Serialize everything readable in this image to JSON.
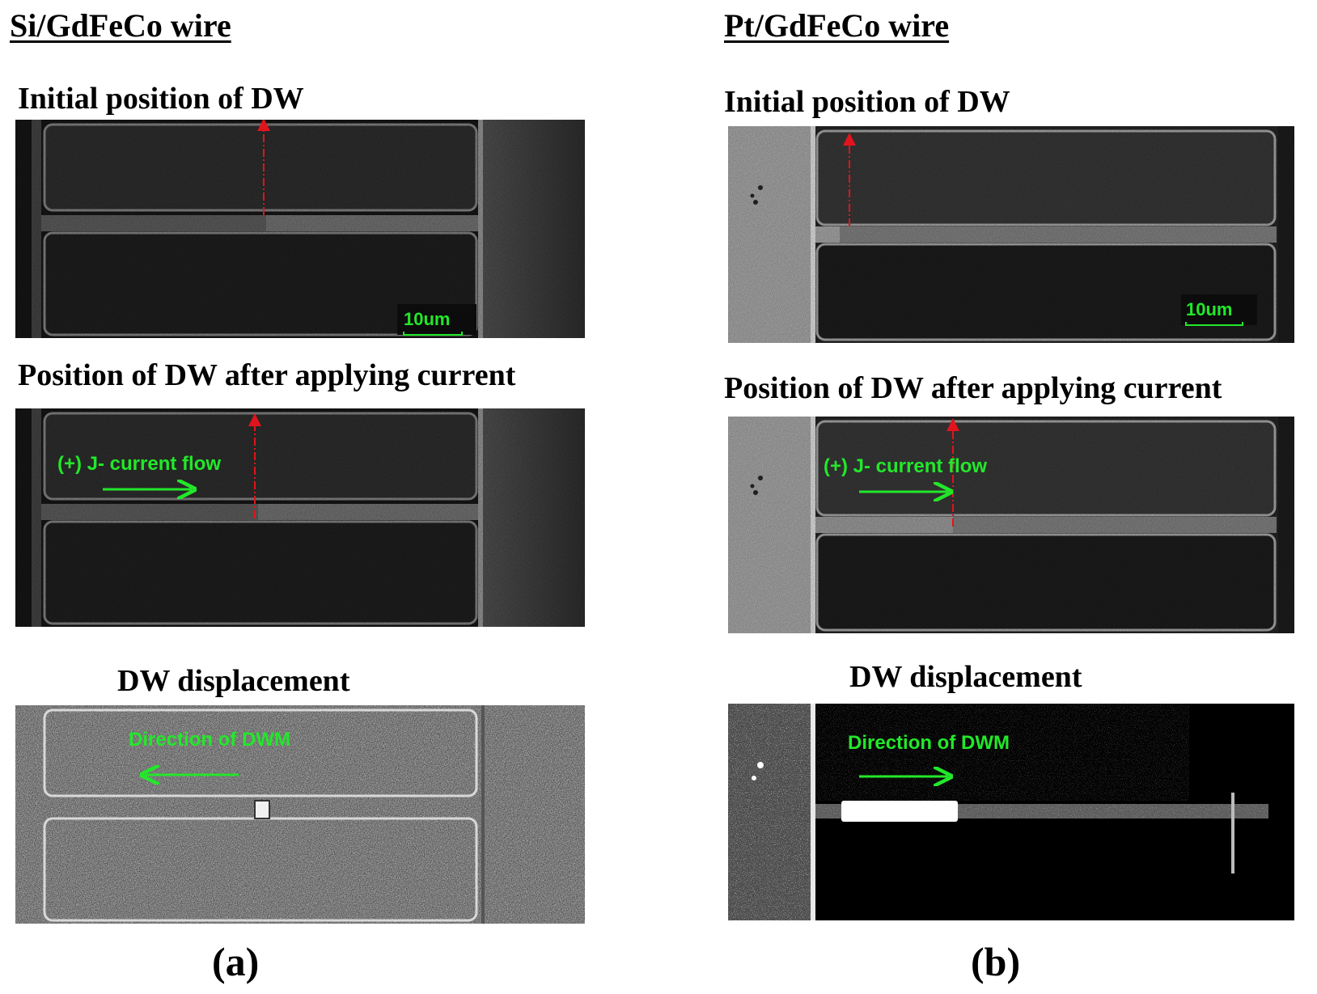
{
  "left": {
    "title": "Si/GdFeCo wire",
    "caption_initial": "Initial position of  DW",
    "caption_after": "Position of  DW after applying current",
    "caption_displacement": "DW displacement",
    "scale_bar": "10um",
    "current_label": "(+) J- current flow",
    "dwm_label": "Direction of DWM",
    "panel_label": "(a)"
  },
  "right": {
    "title": "Pt/GdFeCo wire",
    "caption_initial": "Initial position of  DW",
    "caption_after": "Position of  DW after applying current",
    "caption_displacement": "DW displacement",
    "scale_bar": "10um",
    "current_label": "(+) J- current flow",
    "dwm_label": "Direction of DWM",
    "panel_label": "(b)"
  },
  "colors": {
    "annotation_green": "#22e82a",
    "dw_arrow_red": "#e0141c"
  }
}
